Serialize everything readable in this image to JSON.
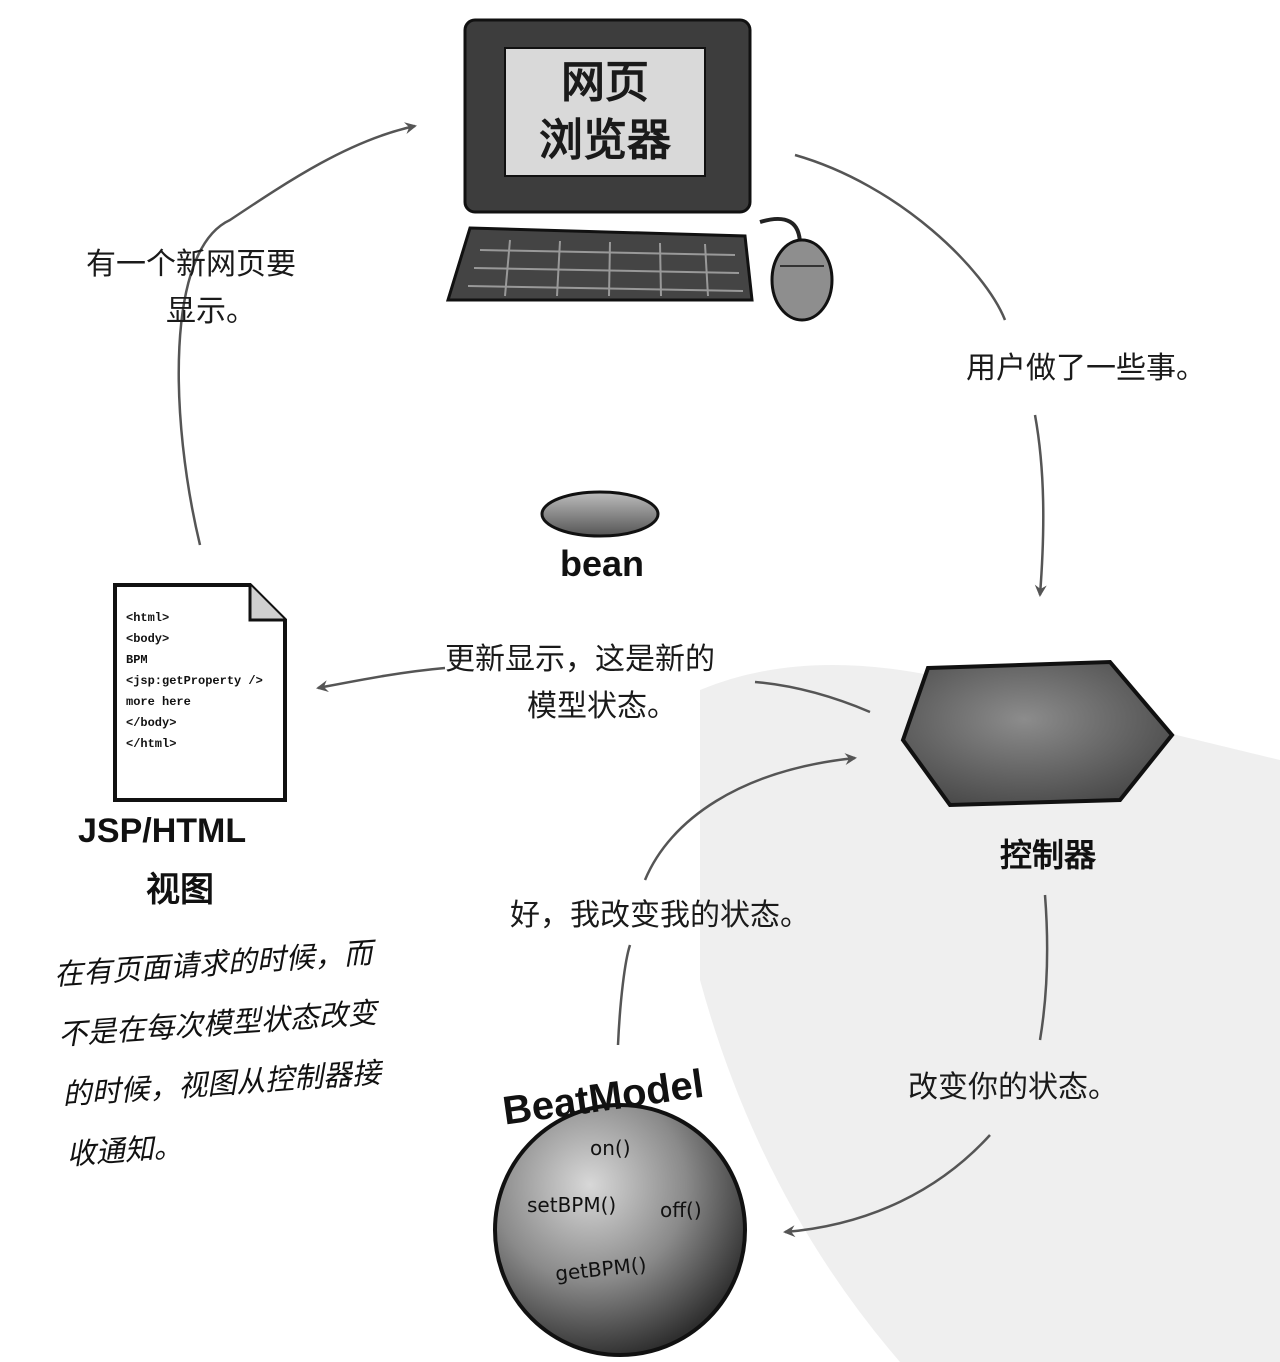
{
  "browser": {
    "line1": "网页",
    "line2": "浏览器"
  },
  "bean": {
    "label": "bean"
  },
  "view": {
    "code_lines": [
      "<html>",
      "<body>",
      "BPM",
      "<jsp:getProperty />",
      "more here",
      "</body>",
      "</html>"
    ],
    "title": "JSP/HTML",
    "subtitle": "视图"
  },
  "controller": {
    "label": "控制器"
  },
  "model": {
    "title": "BeatModel",
    "methods": {
      "on": "on()",
      "setbpm": "setBPM()",
      "off": "off()",
      "getbpm": "getBPM()"
    }
  },
  "arrows": {
    "new_page_line1": "有一个新网页要",
    "new_page_line2": "显示。",
    "user_action": "用户做了一些事。",
    "update_line1": "更新显示，这是新的",
    "update_line2": "模型状态。",
    "change_state": "改变你的状态。",
    "ok_changed": "好，我改变我的状态。"
  },
  "note": {
    "text": "在有页面请求的时候，而不是在每次模型状态改变的时候，视图从控制器接收通知。"
  },
  "colors": {
    "dark": "#3a3a3a",
    "mid": "#6e6e6e",
    "light": "#a9a9a9",
    "screen": "#d9d9d9"
  }
}
